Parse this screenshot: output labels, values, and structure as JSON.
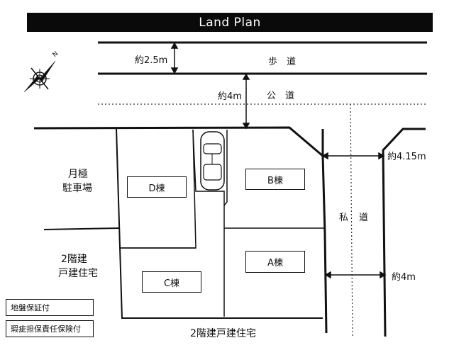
{
  "title": "Land Plan",
  "dimensions": {
    "sidewalk_width": "約2.5m",
    "public_road_width": "約4m",
    "private_road_top_width": "約4.15m",
    "private_road_bottom_width": "約4m"
  },
  "roads": {
    "sidewalk": "歩　道",
    "public_road": "公　道",
    "private_road_1": "私",
    "private_road_2": "道"
  },
  "buildings": {
    "a": "A棟",
    "b": "B棟",
    "c": "C棟",
    "d": "D棟"
  },
  "neighbors": {
    "monthly_parking_1": "月極",
    "monthly_parking_2": "駐車場",
    "two_story_1": "2階建",
    "two_story_2": "戸建住宅",
    "two_story_bottom": "2階建戸建住宅"
  },
  "legend": {
    "ground_guarantee": "地盤保証付",
    "defect_insurance": "瑕疵担保責任保険付"
  },
  "compass": {
    "north_mark": "N"
  }
}
